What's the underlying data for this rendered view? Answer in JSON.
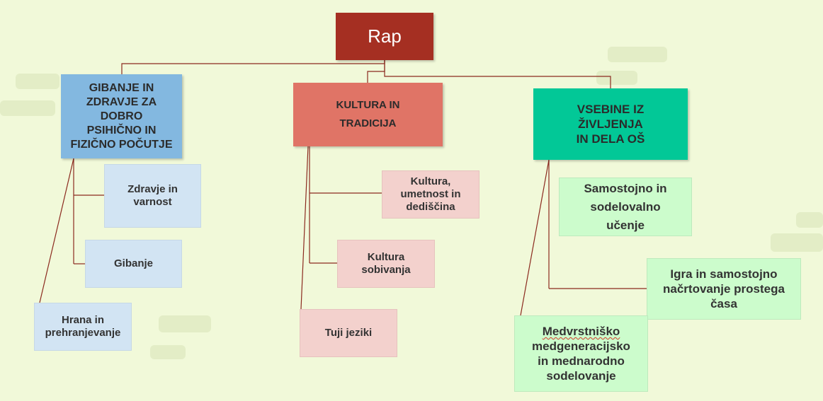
{
  "root": {
    "label": "Rap"
  },
  "categories": [
    {
      "label": "GIBANJE IN\nZDRAVJE ZA\nDOBRO\nPSIHIČNO IN\nFIZIČNO POČUTJE",
      "color": "#83b8e0",
      "children": [
        "Zdravje in\nvarnost",
        "Gibanje",
        "Hrana in\nprehranjevanje"
      ],
      "child_color": "#d2e4f3"
    },
    {
      "label": "KULTURA IN\nTRADICIJA",
      "color": "#e07466",
      "children": [
        "Kultura,\numetnost in\ndediščina",
        "Kultura\nsobivanja",
        "Tuji jeziki"
      ],
      "child_color": "#f3d1cd"
    },
    {
      "label": "VSEBINE IZ\nŽIVLJENJA\nIN DELA OŠ",
      "color": "#02c897",
      "children": [
        "Samostojno in\nsodelovalno\nučenje",
        "Igra in samostojno\nnačrtovanje prostega\nčasa"
      ],
      "child_color": "#ccfccc",
      "last_child": {
        "first_word": "Medvrstniško",
        "rest": "medgeneracijsko\nin mednarodno\nsodelovanje"
      }
    }
  ],
  "colors": {
    "root": "#a52f22",
    "connector": "#8b2a1f",
    "background": "#f1f9d9"
  }
}
